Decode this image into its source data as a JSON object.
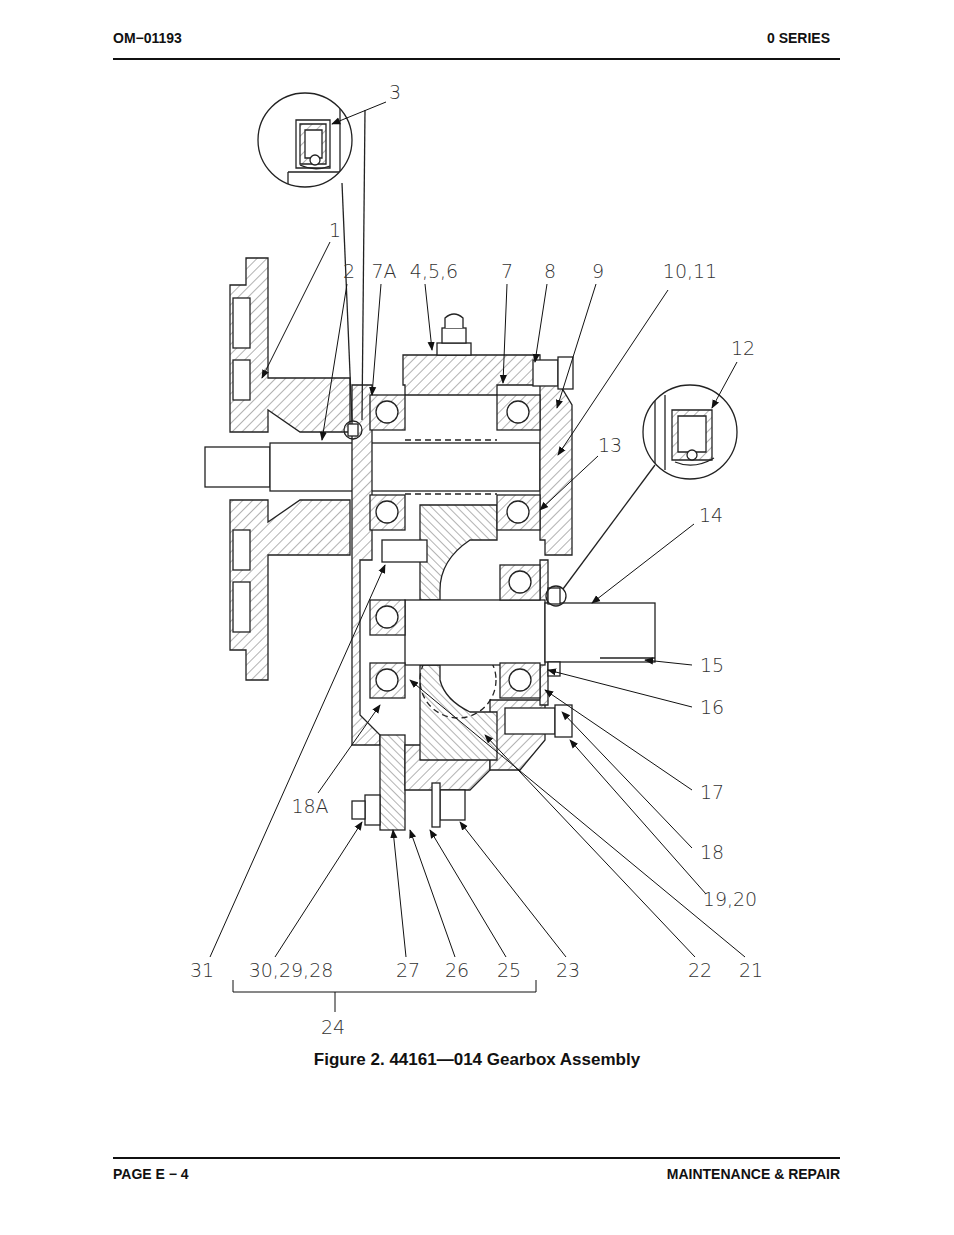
{
  "diagram": {
    "caption": "Figure 2. 44161—014 Gearbox Assembly",
    "labels": [
      "OM−01193",
      "0 SERIES",
      "3",
      "1",
      "2",
      "7A",
      "4,5,6",
      "7",
      "8",
      "9",
      "10,11",
      "12",
      "13",
      "14",
      "15",
      "16",
      "17",
      "18",
      "19,20",
      "18A",
      "31",
      "30,29,28",
      "27",
      "26",
      "25",
      "23",
      "22",
      "21",
      "24",
      "PAGE E − 4",
      "MAINTENANCE & REPAIR"
    ]
  }
}
